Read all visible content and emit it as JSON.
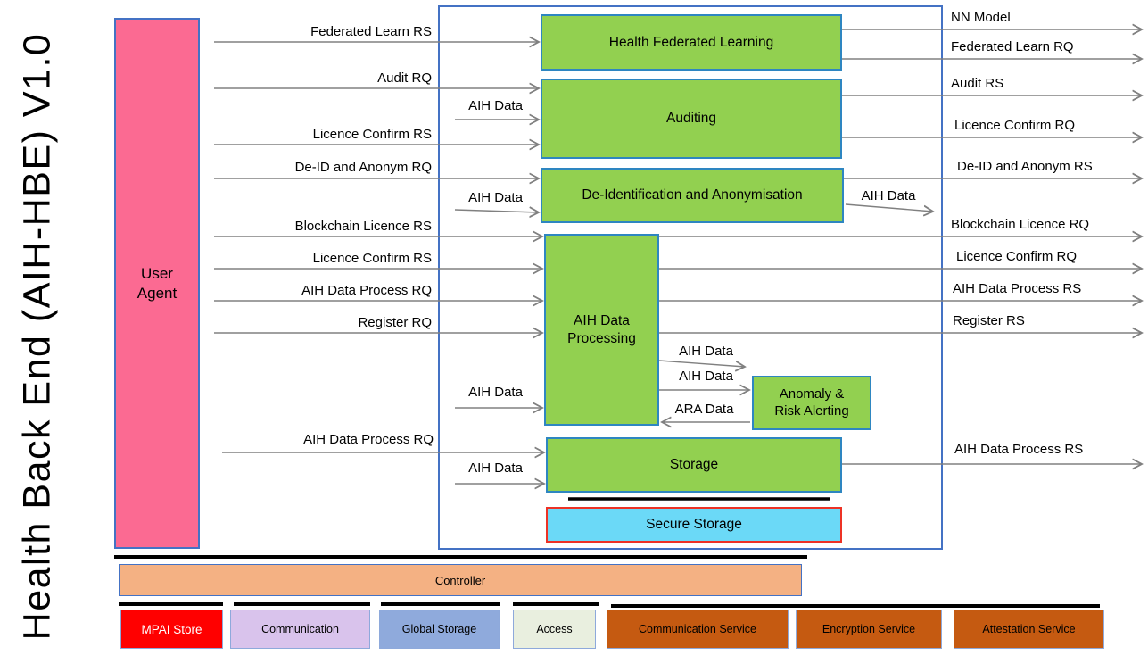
{
  "title": "Health Back End (AIH-HBE) V1.0",
  "user_agent": {
    "label": "User Agent"
  },
  "modules": {
    "health_federated_learning": "Health Federated Learning",
    "auditing": "Auditing",
    "de_identification": "De-Identification and Anonymisation",
    "aih_data_processing": "AIH Data Processing",
    "anomaly_risk_alerting": "Anomaly & Risk Alerting",
    "storage": "Storage",
    "secure_storage": "Secure Storage"
  },
  "flows_left": [
    "Federated Learn RS",
    "Audit RQ",
    "Licence Confirm RS",
    "De-ID and Anonym RQ",
    "Blockchain Licence RS",
    "Licence Confirm RS",
    "AIH Data Process RQ",
    "Register RQ",
    "AIH Data Process  RQ"
  ],
  "flows_right": [
    "NN Model",
    "Federated Learn RQ",
    "Audit RS",
    "Licence Confirm RQ",
    "De-ID and Anonym RS",
    "Blockchain Licence RQ",
    "Licence Confirm RQ",
    "AIH Data Process RS",
    "Register RS",
    "AIH Data Process RS"
  ],
  "data_labels": {
    "aih_data": "AIH Data",
    "ara_data": "ARA Data"
  },
  "controller": "Controller",
  "bottom_row": [
    "MPAI Store",
    "Communication",
    "Global Storage",
    "Access",
    "Communication Service",
    "Encryption Service",
    "Attestation Service"
  ],
  "colors": {
    "module_green": "#92D050",
    "module_border_blue": "#2E86C1",
    "user_agent_pink": "#FB6A92",
    "container_border_blue": "#4472C4",
    "secure_storage_cyan": "#6BD9F7",
    "secure_storage_border_red": "#ED3225",
    "controller_orange": "#F4B183",
    "mpai_store_red": "#FF0000",
    "communication_lavender": "#D9C3EC",
    "global_storage_blue": "#8FAADC",
    "access_pale_green": "#E9EFDF",
    "service_brown": "#C55A11",
    "bottom_border": "#8EA9DB",
    "arrow_gray": "#808080",
    "line_black": "#000000"
  }
}
